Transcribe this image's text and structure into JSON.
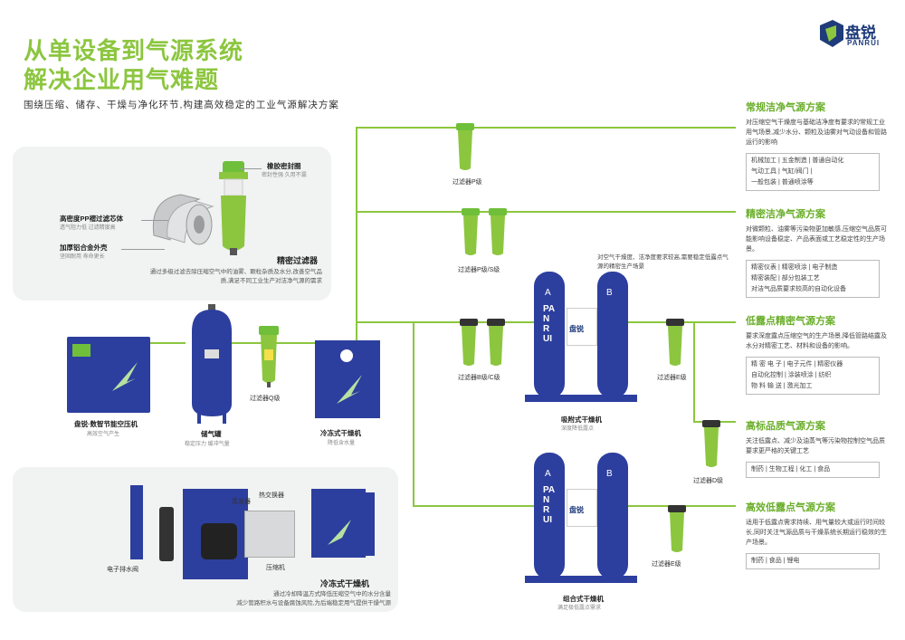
{
  "brand": {
    "name_cn": "盘锐",
    "name_en": "PANRUI",
    "color": "#1f3b7a"
  },
  "accent_color": "#8cc63f",
  "headline": {
    "line1": "从单设备到气源系统",
    "line2": "解决企业用气难题"
  },
  "subheadline": "围绕压缩、储存、干燥与净化环节,构建高效稳定的工业气源解决方案",
  "filter_callouts": {
    "seal": {
      "title": "橡胶密封圈",
      "desc": "密封性强 久用不漏"
    },
    "core": {
      "title": "高密度PP褶过滤芯体",
      "desc": "透气阻力低 过滤精度高"
    },
    "shell": {
      "title": "加厚铝合金外壳",
      "desc": "坚固耐用 寿命更长"
    },
    "name": "精密过滤器",
    "desc": "通过多级过滤去除压缩空气中的油雾、颗粒杂质及水分,改善空气品质,满足不同工业生产对洁净气源的需求"
  },
  "equipment": {
    "compressor": {
      "name": "盘锐·数智节能空压机",
      "sub": "高效空气产生"
    },
    "tank": {
      "name": "储气罐",
      "sub": "稳定压力 缓冲气量"
    },
    "filter_q": {
      "name": "过滤器Q级"
    },
    "dryer": {
      "name": "冷冻式干燥机",
      "sub": "降低含水量"
    },
    "filter_p": {
      "name": "过滤器P级"
    },
    "filter_ps": {
      "name": "过滤器P级/S级"
    },
    "filter_bc": {
      "name": "过滤器B级/C级"
    },
    "filter_e1": {
      "name": "过滤器E级"
    },
    "filter_d": {
      "name": "过滤器D级"
    },
    "filter_e2": {
      "name": "过滤器E级"
    },
    "adsorption_dryer": {
      "name": "吸附式干燥机",
      "sub": "深度降低露点"
    },
    "combined_dryer": {
      "name": "组合式干燥机",
      "sub": "满足极低露点需求"
    },
    "dryer_label_a": "A",
    "dryer_label_b": "B",
    "dryer_brand": "PANRUI",
    "dryer_logo": "盘锐"
  },
  "precision_note": "对空气干燥度、洁净度要求较高,需要稳定低露点气源的精密生产场景",
  "cutaway": {
    "name": "冷冻式干燥机",
    "desc1": "通过冷却降温方式降低压缩空气中的水分含量",
    "desc2": "减少管路积水与设备腐蚀风险,为后端稳定用气提供干燥气源",
    "parts": {
      "evaporator": "蒸发器",
      "heat_exchanger": "热交换器",
      "drain": "电子排水阀",
      "compressor": "压缩机"
    }
  },
  "solutions": [
    {
      "title": "常规洁净气源方案",
      "desc": "对压缩空气干燥度与基础洁净度有要求的常规工业用气场景,减少水分、颗粒及油雾对气动设备和管路运行的影响",
      "tags": [
        "机械加工 | 五金制造 | 普通自动化",
        "气动工具 | 气缸/阀门 |",
        "一般包装 | 普通喷涂等"
      ]
    },
    {
      "title": "精密洁净气源方案",
      "desc": "对微颗粒、油雾等污染物更加敏感,压缩空气品质可能影响设备稳定、产品表面或工艺稳定性的生产场景。",
      "tags": [
        "精密仪表 | 精密喷涂 | 电子制造",
        "精密装配 | 部分包装工艺",
        "对洁气品质要求较高的自动化设备"
      ]
    },
    {
      "title": "低露点精密气源方案",
      "desc": "要求深度露点压缩空气的生产场景,降低管路结露及水分对精密工艺、材料和设备的影响。",
      "tags": [
        "精 密 电 子 | 电子元件 | 精密仪器",
        "自动化控制 | 涂装喷涂 | 纺织",
        "物 料 输 送 | 激光加工"
      ]
    },
    {
      "title": "高标品质气源方案",
      "desc": "关注低露点、减少及油蒸气等污染物控制空气品质要求更严格的关键工艺",
      "tags": [
        "制药 | 生物工程 | 化工 | 食品"
      ]
    },
    {
      "title": "高效低露点气源方案",
      "desc": "适用于低露点需求持续、用气量较大或运行时间较长,同时关注气源品质与干燥系统长期运行稳效的生产场景。",
      "tags": [
        "制药 | 食品 | 锂电"
      ]
    }
  ]
}
